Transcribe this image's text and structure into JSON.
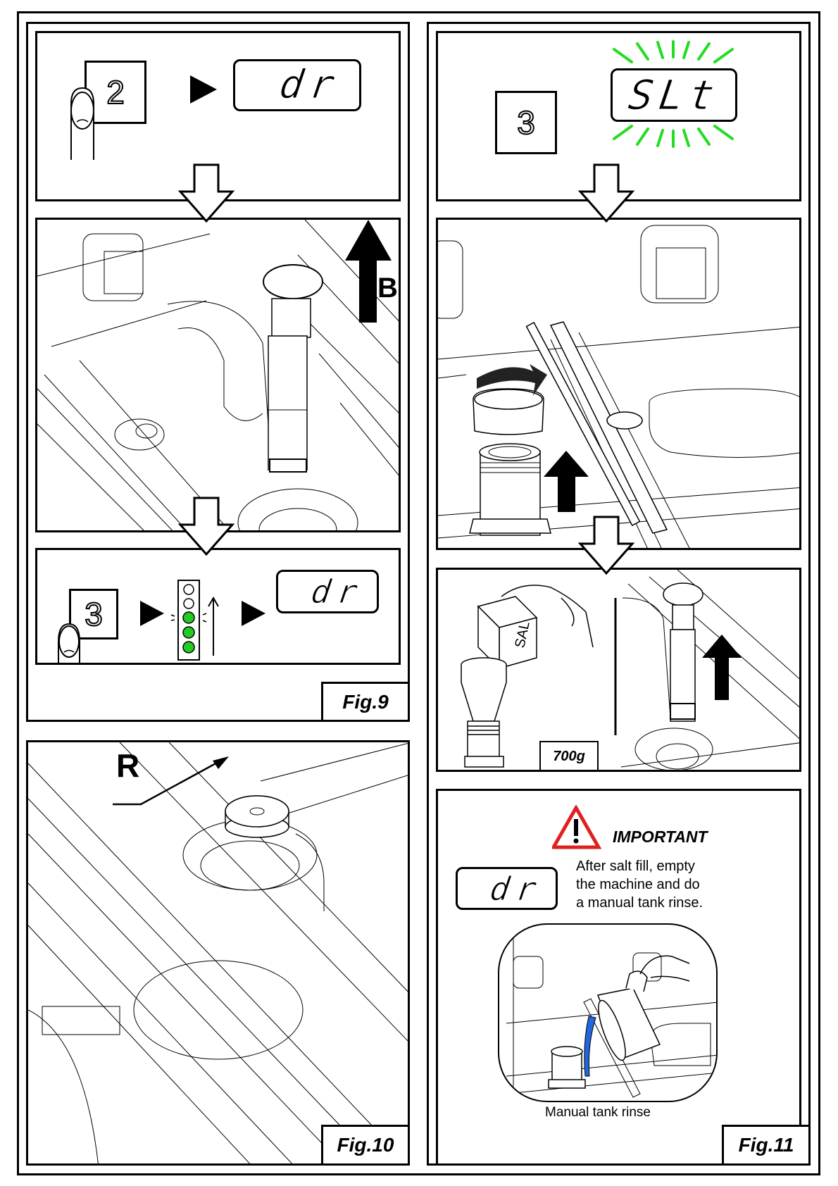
{
  "fig9": {
    "caption": "Fig.9",
    "step1": {
      "button": "2",
      "display": "dr"
    },
    "step2": {
      "arrow_label": "B"
    },
    "step3": {
      "button": "3",
      "display": "dr",
      "led_levels_lit": 3,
      "led_levels_total": 5,
      "led_color": "#22cc22"
    }
  },
  "fig10": {
    "caption": "Fig.10",
    "callout": "R"
  },
  "fig11": {
    "caption": "Fig.11",
    "step1": {
      "button": "3",
      "display": "SLt",
      "blink_color": "#22dd22"
    },
    "step3": {
      "box_label": "SAL",
      "amount": "700g"
    },
    "important": {
      "title": "IMPORTANT",
      "warning_color": "#e02020",
      "display": "dr",
      "lines": [
        "After salt fill, empty",
        "the machine and do",
        "a manual tank rinse."
      ],
      "image_caption": "Manual tank rinse",
      "water_color": "#2266dd"
    }
  }
}
